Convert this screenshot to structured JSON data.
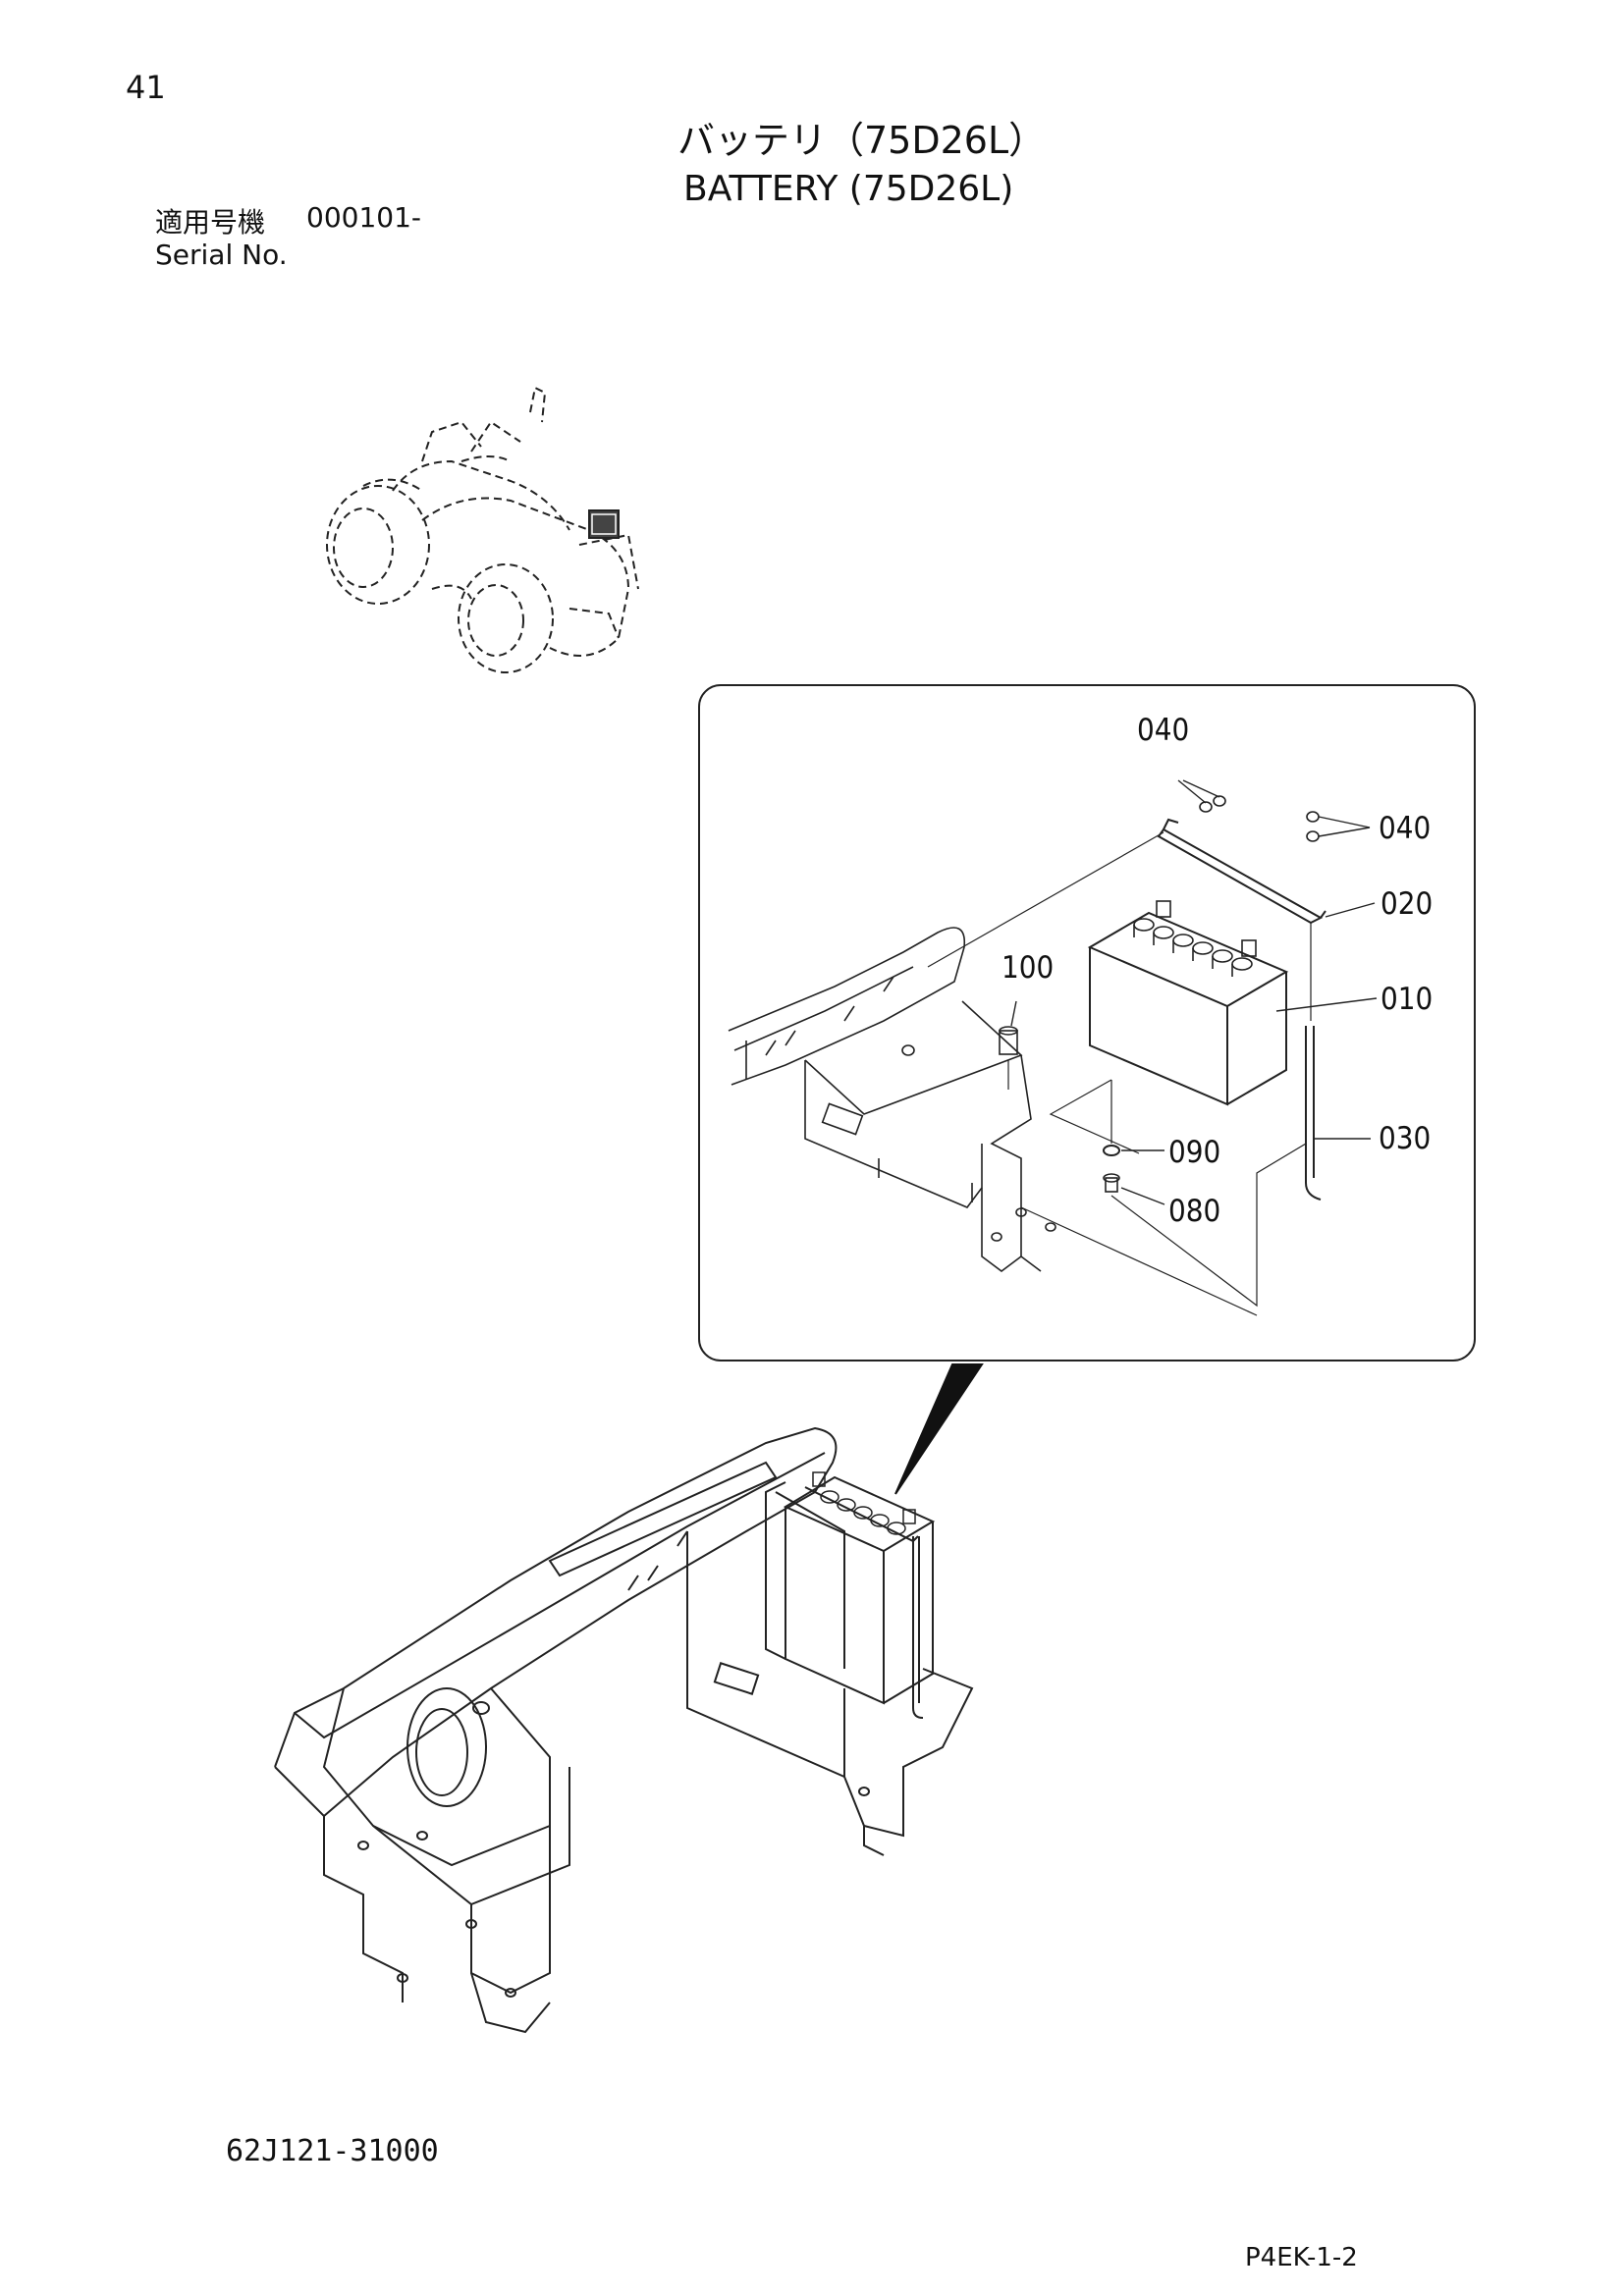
{
  "header": {
    "page_number": "41",
    "title_jp": "バッテリ（75D26L）",
    "title_en": "BATTERY (75D26L)",
    "serial_jp_label": "適用号機",
    "serial_value": "000101-",
    "serial_en_label": "Serial No."
  },
  "callouts": {
    "c040a": "040",
    "c040b": "040",
    "c020": "020",
    "c010": "010",
    "c100": "100",
    "c090": "090",
    "c080": "080",
    "c030": "030"
  },
  "footer": {
    "part_number": "62J121-31000",
    "page_code": "P4EK-1-2"
  }
}
